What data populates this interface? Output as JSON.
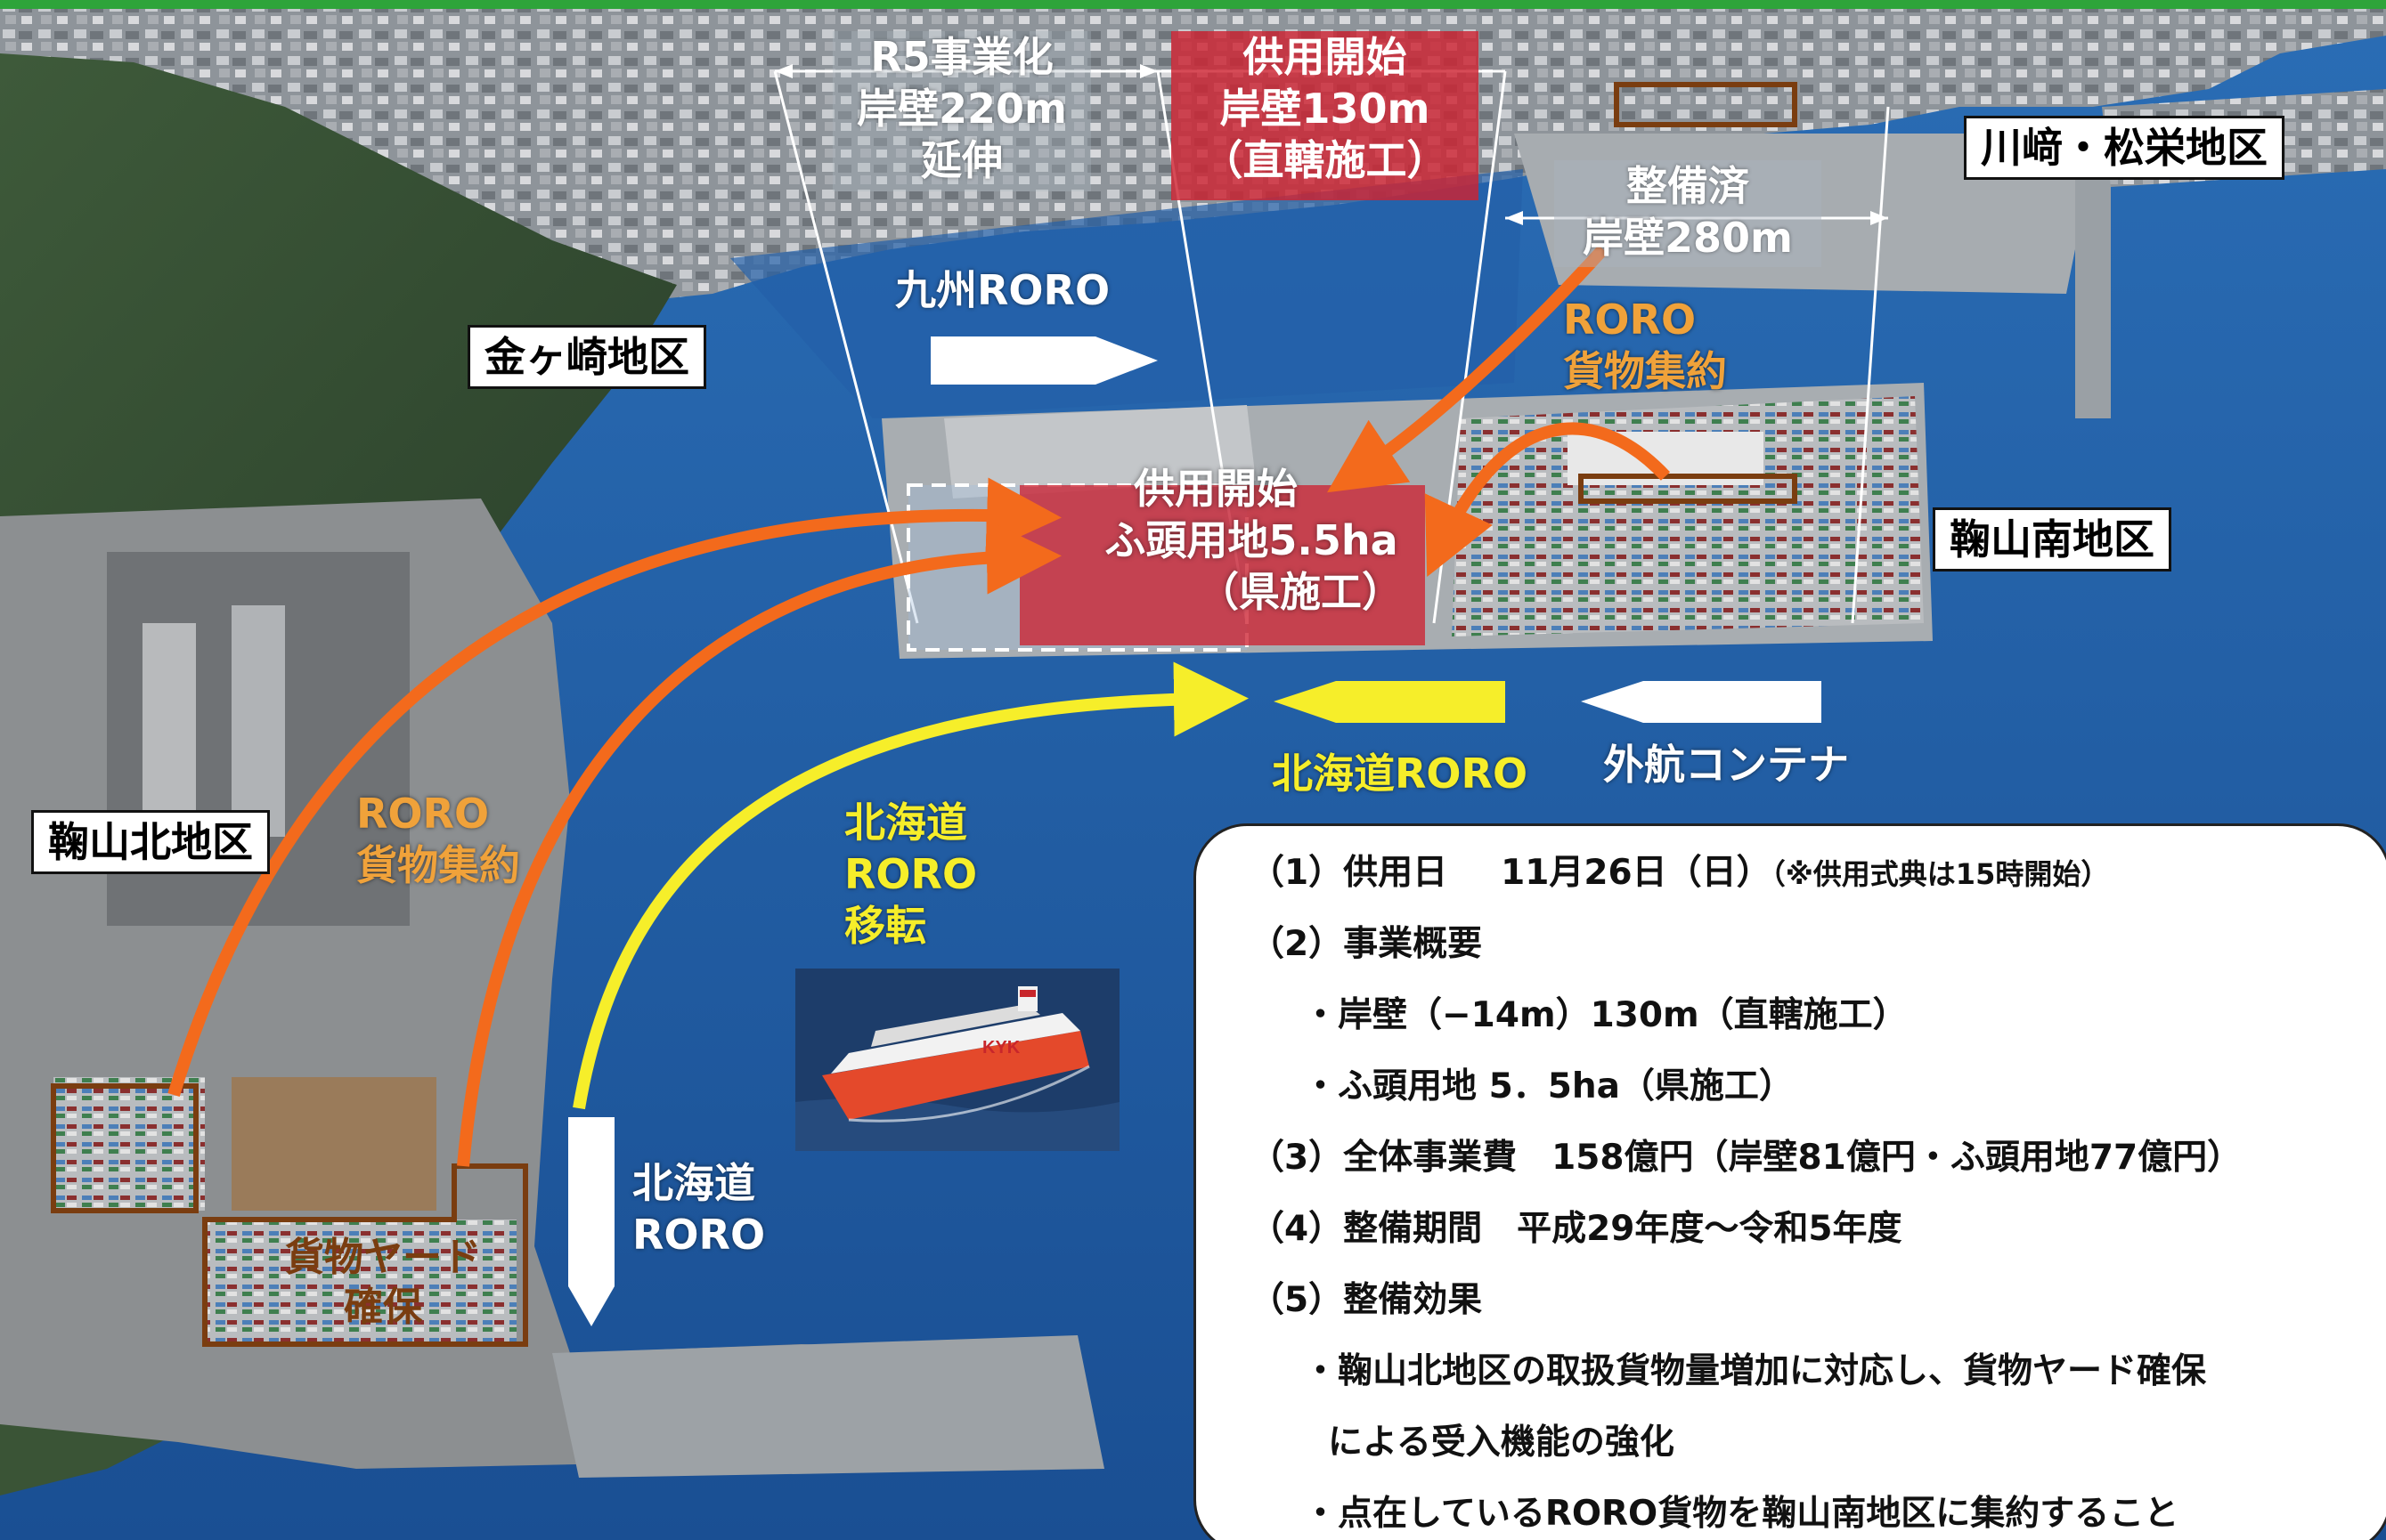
{
  "colors": {
    "sea": "#1f5fa8",
    "land": "#4f6f4a",
    "red_highlight": "#cd2332",
    "orange_arrow": "#f36a1c",
    "orange_text": "#f0a23a",
    "yellow_arrow": "#f6ee2a",
    "brown_outline": "#7a3d10",
    "top_bar": "#2ea43a"
  },
  "district_labels": {
    "kanegasaki": "金ヶ崎地区",
    "kawasaki_matsue": "川﨑・松栄地区",
    "maruyama_minami": "鞠山南地区",
    "maruyama_kita": "鞠山北地区"
  },
  "quay_top": {
    "r5_line1": "R5事業化",
    "r5_line2": "岸壁220m",
    "r5_line3": "延伸",
    "open_line1": "供用開始",
    "open_line2": "岸壁130m",
    "open_line3": "（直轄施工）",
    "done_line1": "整備済",
    "done_line2": "岸壁280m"
  },
  "wharf_land": {
    "line1": "供用開始",
    "line2": "ふ頭用地5.5ha",
    "line3": "（県施工）"
  },
  "route_labels": {
    "kyushu_roro": "九州RORO",
    "roro_cargo_right_1": "RORO",
    "roro_cargo_right_2": "貨物集約",
    "roro_cargo_left_1": "RORO",
    "roro_cargo_left_2": "貨物集約",
    "hokkaido_roro_bottom": "北海道RORO",
    "foreign_container": "外航コンテナ",
    "hokkaido_move_1": "北海道",
    "hokkaido_move_2": "RORO",
    "hokkaido_move_3": "移転",
    "hokkaido_left_1": "北海道",
    "hokkaido_left_2": "RORO",
    "cargo_yard_1": "貨物ヤード",
    "cargo_yard_2": "確保"
  },
  "info_panel": {
    "item1_label": "（1）供用日",
    "item1_date": "11月26日（日）",
    "item1_note": "（※供用式典は15時開始）",
    "item2": "（2）事業概要",
    "item2_a": "・岸壁（−14m）130m（直轄施工）",
    "item2_b": "・ふ頭用地 5．5ha（県施工）",
    "item3": "（3）全体事業費　158億円（岸壁81億円・ふ頭用地77億円）",
    "item4": "（4）整備期間　平成29年度～令和5年度",
    "item5": "（5）整備効果",
    "item5_a": "・鞠山北地区の取扱貨物量増加に対応し、貨物ヤード確保",
    "item5_a2": "による受入機能の強化",
    "item5_b": "・点在しているRORO貨物を鞠山南地区に集約すること"
  },
  "ship_photo": {
    "hull_text": "KYK"
  }
}
